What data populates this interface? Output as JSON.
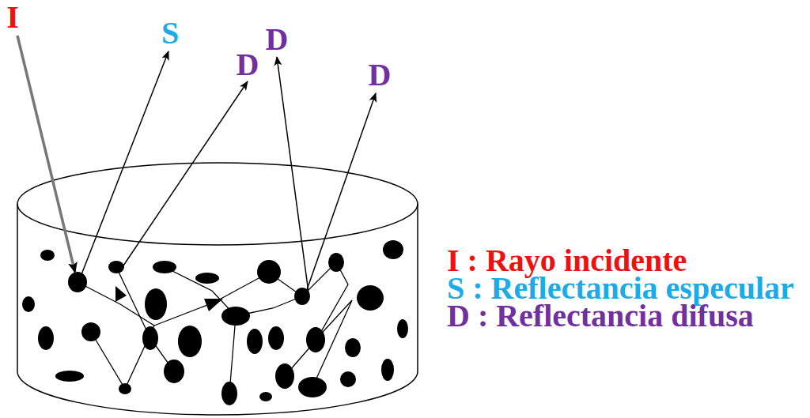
{
  "diagram": {
    "labels": [
      "I",
      "S",
      "D",
      "D",
      "D"
    ],
    "legend": [
      {
        "text": "I : Rayo incidente"
      },
      {
        "text": "S : Reflectancia especular"
      },
      {
        "text": "D : Reflectancia difusa"
      }
    ]
  }
}
